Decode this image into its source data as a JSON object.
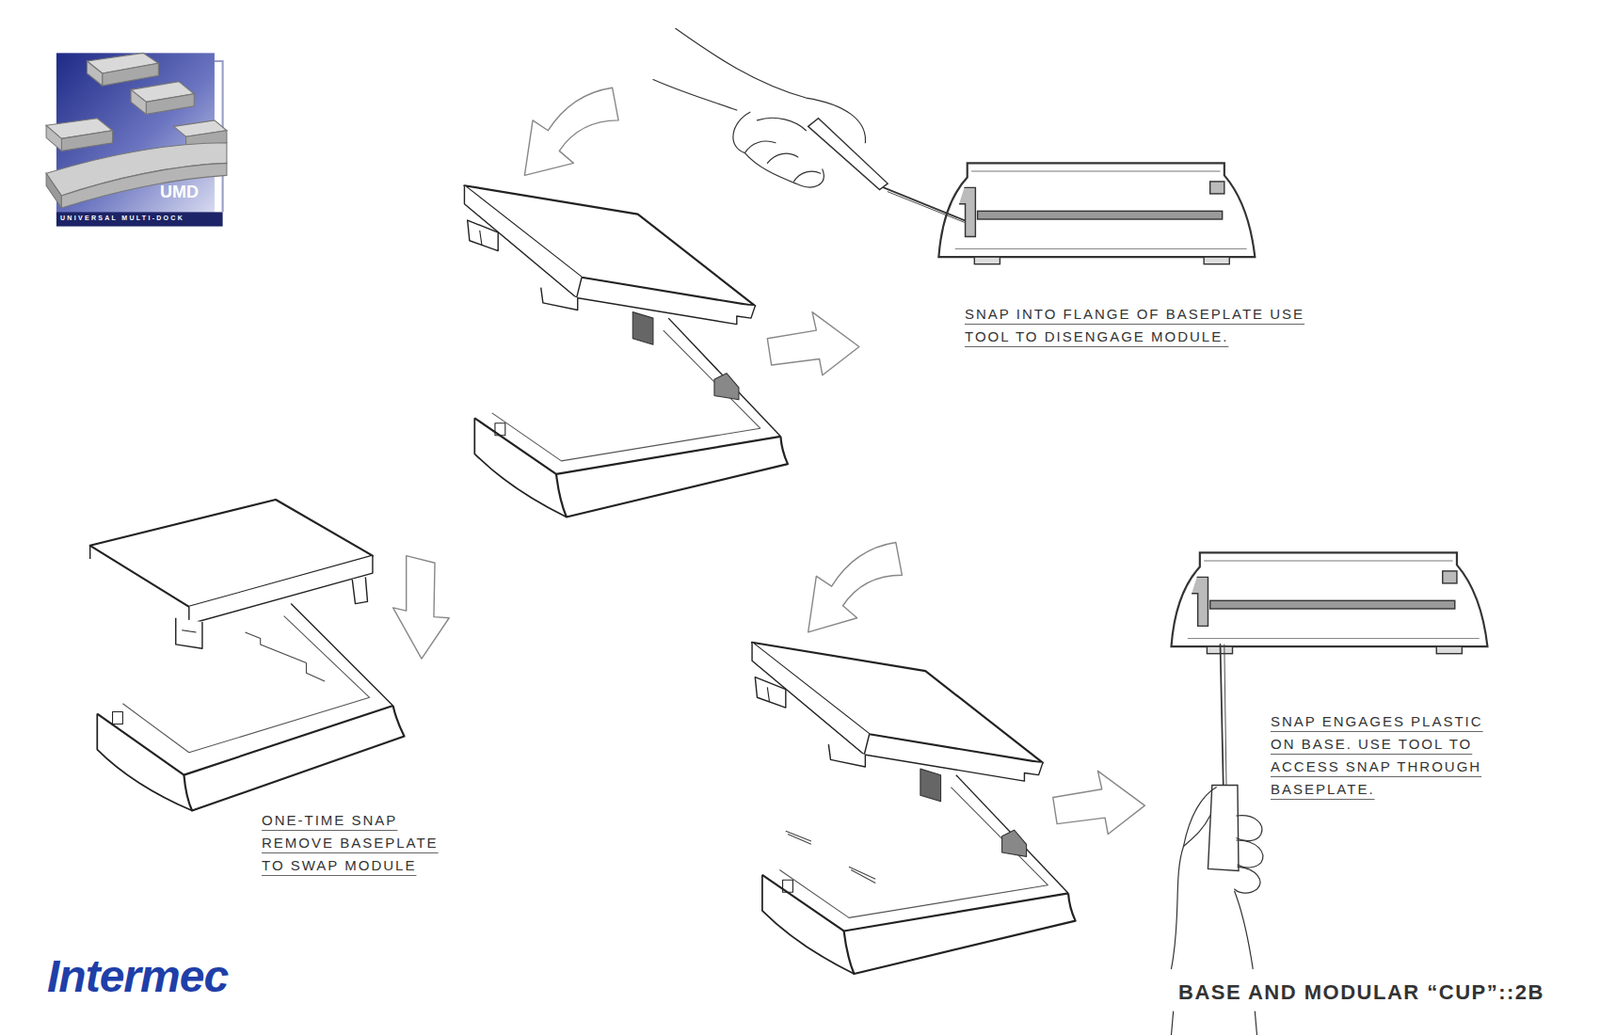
{
  "diagram": {
    "title": "BASE AND MODULAR “CUP”::2B",
    "labels": [
      "UMD",
      "UNIVERSAL MULTI-DOCK",
      "SNAP INTO FLANGE OF BASEPLATE USE TOOL TO DISENGAGE MODULE.",
      "ONE-TIME SNAP REMOVE BASEPLATE TO SWAP MODULE",
      "SNAP ENGAGES PLASTIC ON BASE. USE TOOL TO ACCESS SNAP THROUGH BASEPLATE.",
      "Intermec"
    ]
  }
}
